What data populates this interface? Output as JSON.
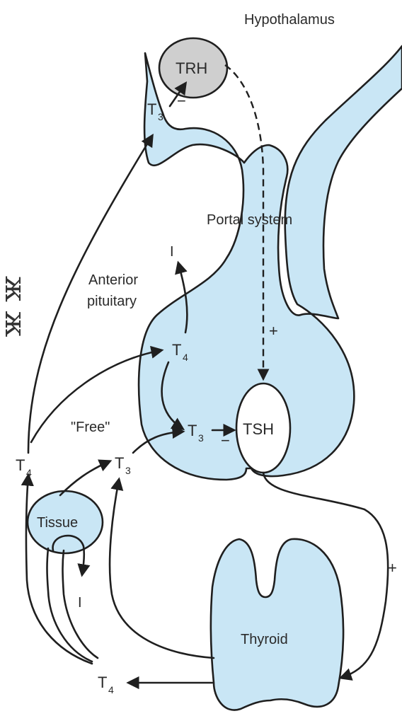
{
  "labels": {
    "hypothalamus": "Hypothalamus",
    "trh": "TRH",
    "t3_hypo": "T",
    "t3_hypo_sub": "3",
    "minus_hypo": "−",
    "portal_system": "Portal system",
    "anterior_line1": "Anterior",
    "anterior_line2": "pituitary",
    "i_pituitary": "I",
    "t4_pituitary": "T",
    "t4_pituitary_sub": "4",
    "plus_pituitary": "+",
    "free": "\"Free\"",
    "t3_pituitary": "T",
    "t3_pituitary_sub": "3",
    "minus_tsh": "−",
    "tsh": "TSH",
    "t4_left": "T",
    "t4_left_sub": "4",
    "t3_free": "T",
    "t3_free_sub": "3",
    "tissue": "Tissue",
    "i_tissue": "I",
    "plus_thyroid": "+",
    "thyroid": "Thyroid",
    "t4_bottom": "T",
    "t4_bottom_sub": "4",
    "side_glyphs": "ж ж"
  },
  "colors": {
    "organ_fill": "#c9e6f5",
    "trh_fill": "#cfcfcf",
    "stroke": "#1f1f1f"
  }
}
